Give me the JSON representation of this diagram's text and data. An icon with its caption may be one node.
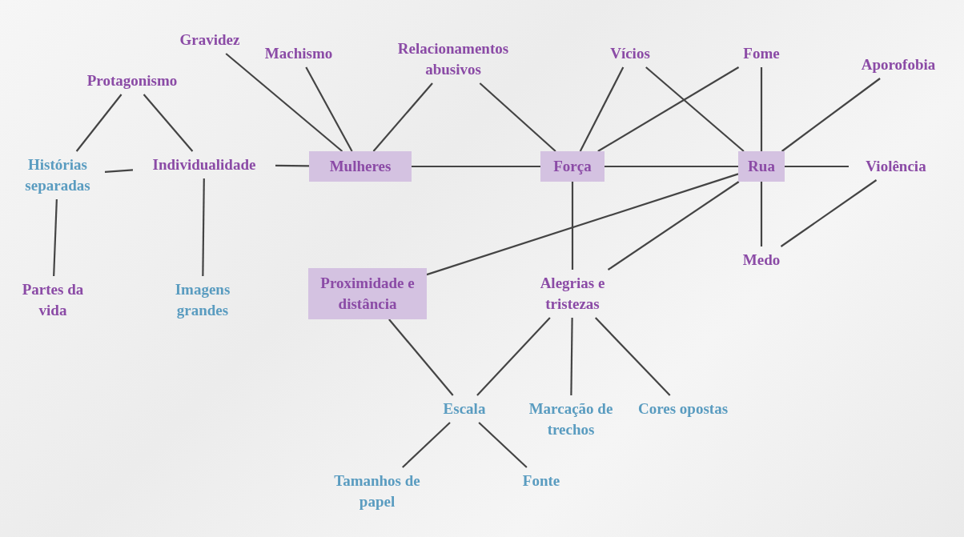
{
  "diagram": {
    "nodes": [
      {
        "text": [
          "Gravidez"
        ]
      },
      {
        "text": [
          "Machismo"
        ]
      },
      {
        "text": [
          "Relacionamentos abusivos"
        ]
      },
      {
        "text": [
          "Vícios"
        ]
      },
      {
        "text": [
          "Fome"
        ]
      },
      {
        "text": [
          "Protagonismo"
        ]
      },
      {
        "text": [
          "Aporofobia"
        ]
      },
      {
        "text": [
          "Histórias separadas"
        ]
      },
      {
        "text": [
          "Individualidade"
        ]
      },
      {
        "text": [
          "Mulheres"
        ]
      },
      {
        "text": [
          "Força"
        ]
      },
      {
        "text": [
          "Rua"
        ]
      },
      {
        "text": [
          "Violência"
        ]
      },
      {
        "text": [
          "Medo"
        ]
      },
      {
        "text": [
          "Partes da vida"
        ]
      },
      {
        "text": [
          "Imagens grandes"
        ]
      },
      {
        "text": [
          "Proximidade e distância"
        ]
      },
      {
        "text": [
          "Alegrias e tristezas"
        ]
      },
      {
        "text": [
          "Escala"
        ]
      },
      {
        "text": [
          "Marcação de trechos"
        ]
      },
      {
        "text": [
          "Cores opostas"
        ]
      },
      {
        "text": [
          "Tamanhos de papel"
        ]
      },
      {
        "text": [
          "Fonte"
        ]
      }
    ],
    "edges": [
      {
        "from": 0,
        "to": 9,
        "arrow": "none"
      },
      {
        "from": 1,
        "to": 9,
        "arrow": "none"
      },
      {
        "from": 2,
        "to": 9,
        "arrow": "none"
      },
      {
        "from": 2,
        "to": 10,
        "arrow": "none"
      },
      {
        "from": 3,
        "to": 10,
        "arrow": "none"
      },
      {
        "from": 4,
        "to": 10,
        "arrow": "none"
      },
      {
        "from": 3,
        "to": 11,
        "arrow": "none"
      },
      {
        "from": 4,
        "to": 11,
        "arrow": "none"
      },
      {
        "from": 6,
        "to": 11,
        "arrow": "none"
      },
      {
        "from": 5,
        "to": 7,
        "arrow": "none"
      },
      {
        "from": 5,
        "to": 8,
        "arrow": "none"
      },
      {
        "from": 7,
        "to": 8,
        "arrow": "none"
      },
      {
        "from": 8,
        "to": 9,
        "arrow": "none"
      },
      {
        "from": 9,
        "to": 10,
        "arrow": "none"
      },
      {
        "from": 10,
        "to": 11,
        "arrow": "none"
      },
      {
        "from": 11,
        "to": 12,
        "arrow": "none"
      },
      {
        "from": 11,
        "to": 13,
        "arrow": "none"
      },
      {
        "from": 12,
        "to": 13,
        "arrow": "none"
      },
      {
        "from": 7,
        "to": 14,
        "arrow": "none"
      },
      {
        "from": 8,
        "to": 15,
        "arrow": "none"
      },
      {
        "from": 11,
        "to": 16,
        "arrow": "none"
      },
      {
        "from": 10,
        "to": 17,
        "arrow": "none"
      },
      {
        "from": 11,
        "to": 17,
        "arrow": "none"
      },
      {
        "from": 16,
        "to": 18,
        "arrow": "none"
      },
      {
        "from": 17,
        "to": 18,
        "arrow": "none"
      },
      {
        "from": 17,
        "to": 19,
        "arrow": "none"
      },
      {
        "from": 17,
        "to": 20,
        "arrow": "none"
      },
      {
        "from": 18,
        "to": 21,
        "arrow": "none"
      },
      {
        "from": 18,
        "to": 22,
        "arrow": "none"
      }
    ]
  }
}
